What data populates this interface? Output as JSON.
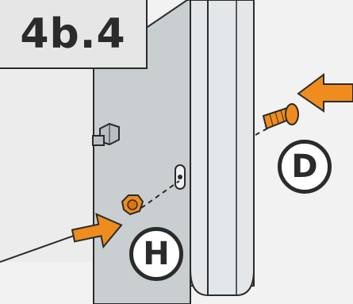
{
  "step": {
    "label": "4b.4"
  },
  "callouts": {
    "d": "D",
    "h": "H"
  },
  "icons": {
    "arrow_right": "arrow-right-icon",
    "arrow_left": "arrow-left-icon",
    "bolt": "bolt-icon",
    "nut": "nut-icon",
    "screw": "screw-icon"
  },
  "colors": {
    "accent_orange": "#f08c1e",
    "outline": "#2b2b2b",
    "panel_gray": "#c9ced1",
    "rail_gray": "#e4e7ea",
    "wall_gray": "#ececec"
  }
}
